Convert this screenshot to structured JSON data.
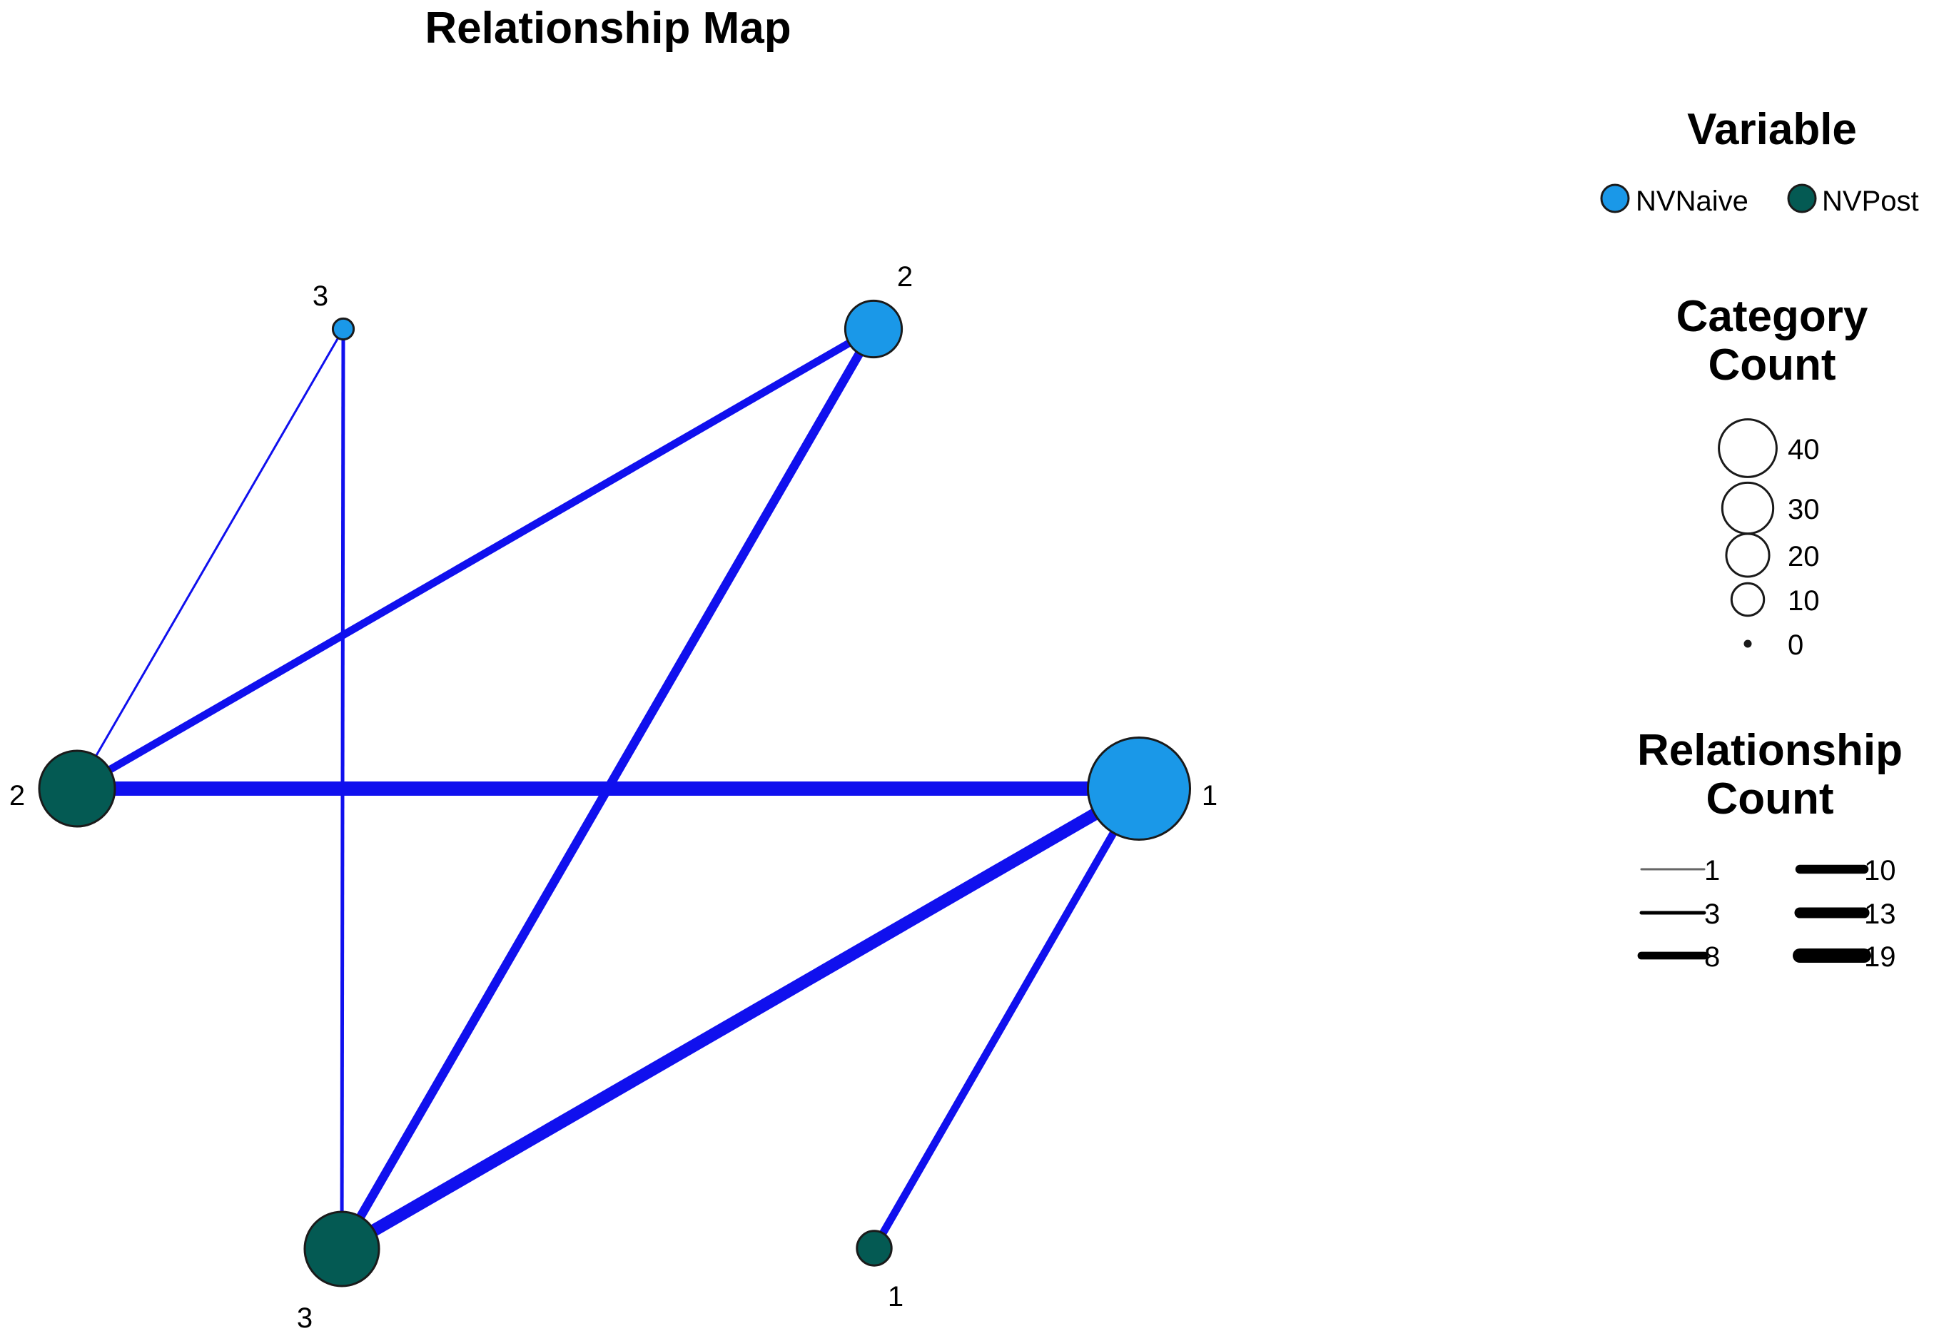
{
  "title": "Relationship Map",
  "colors": {
    "edge": "#1010ee",
    "node_stroke": "#1a1a1a",
    "NVNaive": "#1a98e8",
    "NVPost": "#045a53"
  },
  "legend": {
    "variable": {
      "heading": "Variable",
      "items": [
        {
          "label": "NVNaive",
          "color": "#1a98e8"
        },
        {
          "label": "NVPost",
          "color": "#045a53"
        }
      ]
    },
    "category_count": {
      "heading_line1": "Category",
      "heading_line2": "Count",
      "items": [
        {
          "label": "40",
          "value": 40
        },
        {
          "label": "30",
          "value": 30
        },
        {
          "label": "20",
          "value": 20
        },
        {
          "label": "10",
          "value": 10
        },
        {
          "label": "0",
          "value": 0
        }
      ]
    },
    "relationship_count": {
      "heading_line1": "Relationship",
      "heading_line2": "Count",
      "items": [
        {
          "label": "1",
          "value": 1
        },
        {
          "label": "3",
          "value": 3
        },
        {
          "label": "8",
          "value": 8
        },
        {
          "label": "10",
          "value": 10
        },
        {
          "label": "13",
          "value": 13
        },
        {
          "label": "19",
          "value": 19
        }
      ]
    }
  },
  "nodes": [
    {
      "id": "naive-3",
      "variable": "NVNaive",
      "label": "3",
      "count": 1
    },
    {
      "id": "naive-2",
      "variable": "NVNaive",
      "label": "2",
      "count": 13
    },
    {
      "id": "naive-1",
      "variable": "NVNaive",
      "label": "1",
      "count": 48
    },
    {
      "id": "post-2",
      "variable": "NVPost",
      "label": "2",
      "count": 25
    },
    {
      "id": "post-3",
      "variable": "NVPost",
      "label": "3",
      "count": 24
    },
    {
      "id": "post-1",
      "variable": "NVPost",
      "label": "1",
      "count": 4
    }
  ],
  "edges": [
    {
      "from": "naive-3",
      "to": "post-2",
      "count": 1
    },
    {
      "from": "naive-3",
      "to": "post-3",
      "count": 3
    },
    {
      "from": "naive-2",
      "to": "post-2",
      "count": 8
    },
    {
      "from": "naive-2",
      "to": "post-3",
      "count": 10
    },
    {
      "from": "naive-1",
      "to": "post-2",
      "count": 19
    },
    {
      "from": "naive-1",
      "to": "post-3",
      "count": 16
    },
    {
      "from": "naive-1",
      "to": "post-1",
      "count": 8
    }
  ]
}
